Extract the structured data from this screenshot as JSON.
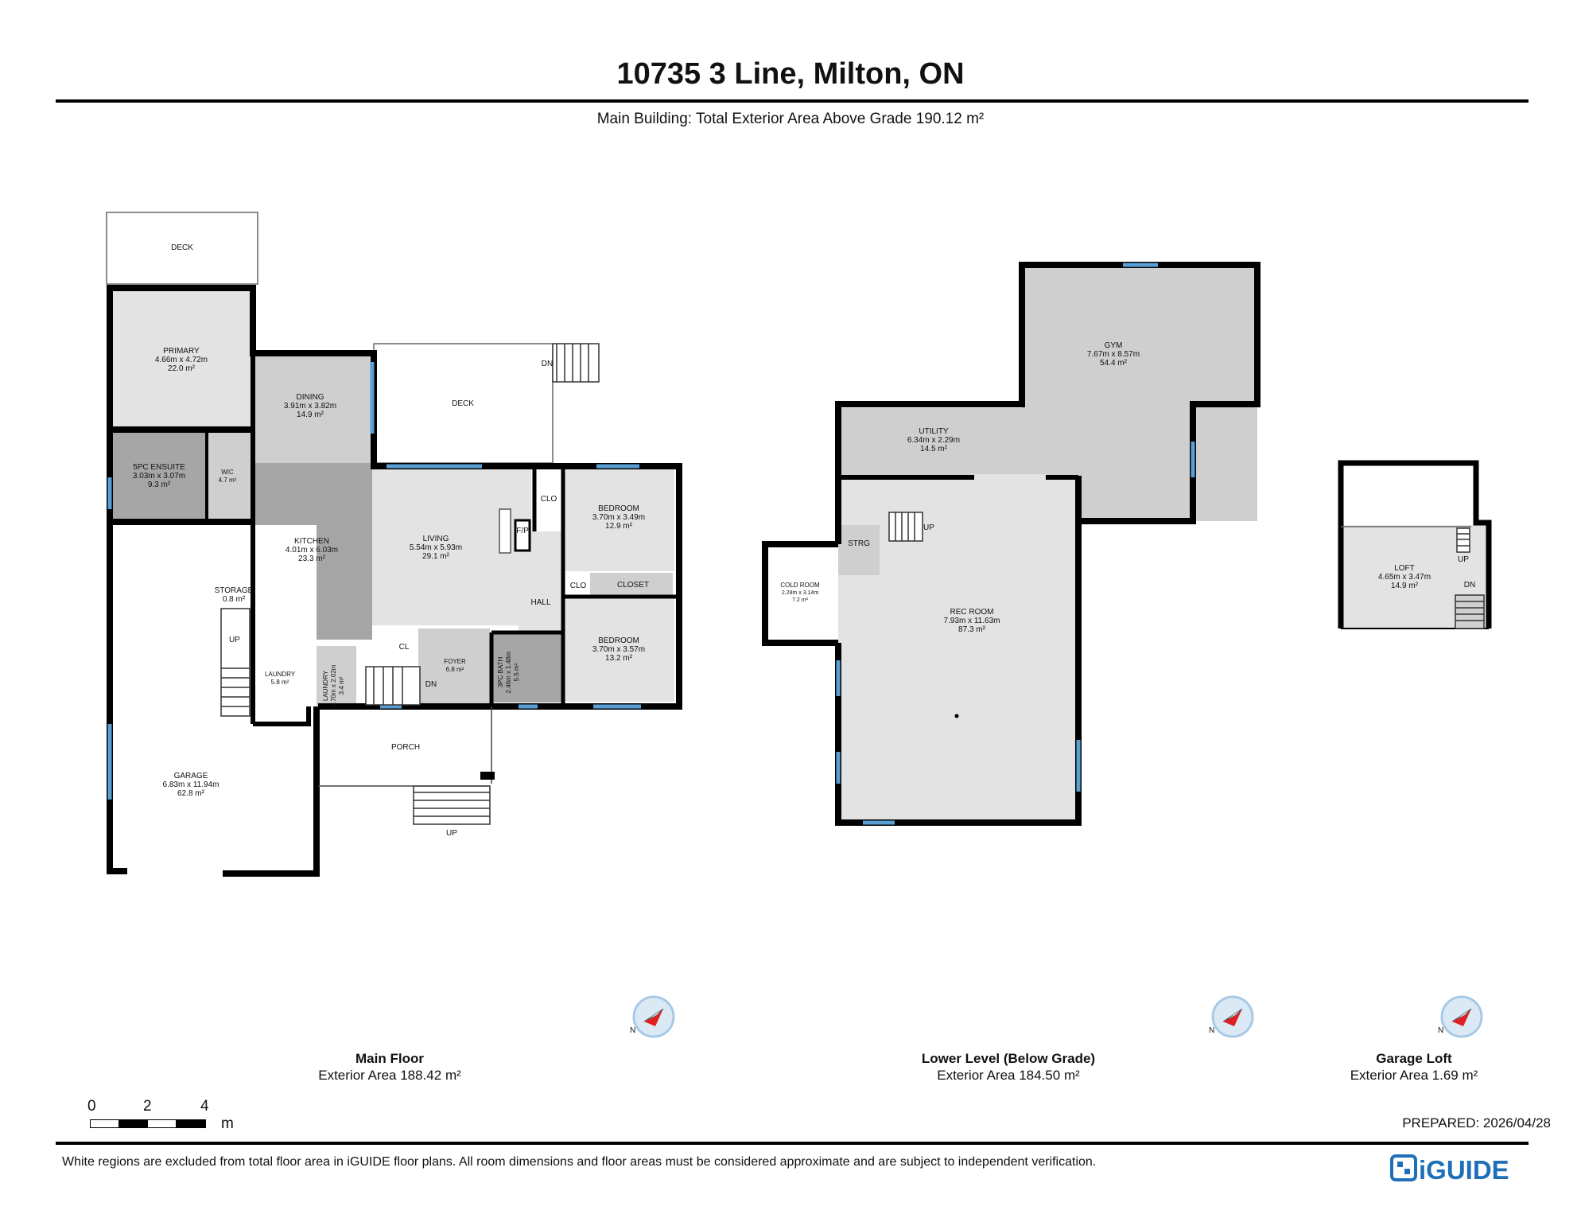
{
  "header": {
    "title": "10735 3 Line, Milton, ON",
    "subtitle": "Main Building: Total Exterior Area Above Grade 190.12 m²"
  },
  "colors": {
    "wall": "#000000",
    "room_light": "#e3e3e3",
    "room_medium": "#cfcfcf",
    "room_dark": "#a6a6a6",
    "window": "#5a9fd4",
    "compass_needle": "#e02020",
    "compass_ring": "#bcd8ee",
    "brand": "#1f6fb8"
  },
  "floors": {
    "main": {
      "name": "Main Floor",
      "area": "Exterior Area 188.42 m²",
      "rooms": {
        "deck_top": {
          "name": "DECK"
        },
        "primary": {
          "name": "PRIMARY",
          "dims": "4.66m x 4.72m",
          "area": "22.0 m²"
        },
        "ensuite": {
          "name": "5PC ENSUITE",
          "dims": "3.03m x 3.07m",
          "area": "9.3 m²"
        },
        "wic": {
          "name": "WIC",
          "area": "4.7 m²"
        },
        "dining": {
          "name": "DINING",
          "dims": "3.91m x 3.82m",
          "area": "14.9 m²"
        },
        "deck_right": {
          "name": "DECK"
        },
        "kitchen": {
          "name": "KITCHEN",
          "dims": "4.01m x 6.03m",
          "area": "23.3 m²"
        },
        "living": {
          "name": "LIVING",
          "dims": "5.54m x 5.93m",
          "area": "29.1 m²"
        },
        "fp": {
          "name": "F/P"
        },
        "clo1": {
          "name": "CLO"
        },
        "clo2": {
          "name": "CLO"
        },
        "bedroom1": {
          "name": "BEDROOM",
          "dims": "3.70m x 3.49m",
          "area": "12.9 m²"
        },
        "closet": {
          "name": "CLOSET"
        },
        "hall": {
          "name": "HALL"
        },
        "bedroom2": {
          "name": "BEDROOM",
          "dims": "3.70m x 3.57m",
          "area": "13.2 m²"
        },
        "storage": {
          "name": "STORAGE",
          "area": "0.8 m²"
        },
        "laundry1": {
          "name": "LAUNDRY",
          "area": "5.8 m²"
        },
        "laundry2": {
          "name": "LAUNDRY",
          "dims": "1.70m x 2.02m",
          "area": "3.4 m²"
        },
        "cl": {
          "name": "CL"
        },
        "foyer": {
          "name": "FOYER",
          "area": "6.8 m²"
        },
        "bath3pc": {
          "name": "3PC BATH",
          "dims": "2.46m x 1.48m",
          "area": "5.5 m²"
        },
        "garage": {
          "name": "GARAGE",
          "dims": "6.83m x 11.94m",
          "area": "62.8 m²"
        },
        "porch": {
          "name": "PORCH"
        }
      },
      "stairs": {
        "dn_deck": "DN",
        "up_garage": "UP",
        "dn_foyer": "DN",
        "up_porch": "UP"
      }
    },
    "lower": {
      "name": "Lower Level (Below Grade)",
      "area": "Exterior Area 184.50 m²",
      "rooms": {
        "gym": {
          "name": "GYM",
          "dims": "7.67m x 8.57m",
          "area": "54.4 m²"
        },
        "utility": {
          "name": "UTILITY",
          "dims": "6.34m x 2.29m",
          "area": "14.5 m²"
        },
        "strg": {
          "name": "STRG"
        },
        "cold": {
          "name": "COLD ROOM",
          "dims": "2.28m x 3.14m",
          "area": "7.2 m²"
        },
        "rec": {
          "name": "REC ROOM",
          "dims": "7.93m x 11.63m",
          "area": "87.3 m²"
        }
      },
      "stairs": {
        "up": "UP"
      }
    },
    "loft": {
      "name": "Garage Loft",
      "area": "Exterior Area 1.69 m²",
      "rooms": {
        "loft": {
          "name": "LOFT",
          "dims": "4.65m x 3.47m",
          "area": "14.9 m²"
        }
      },
      "stairs": {
        "up": "UP",
        "dn": "DN"
      }
    }
  },
  "compass": {
    "label": "N"
  },
  "scale": {
    "ticks": [
      "0",
      "2",
      "4"
    ],
    "unit": "m"
  },
  "footer": {
    "prepared": "PREPARED: 2026/04/28",
    "disclaimer": "White regions are excluded from total floor area in iGUIDE floor plans. All room dimensions and floor areas must be considered approximate and are subject to independent verification.",
    "logo": "iGUIDE"
  }
}
